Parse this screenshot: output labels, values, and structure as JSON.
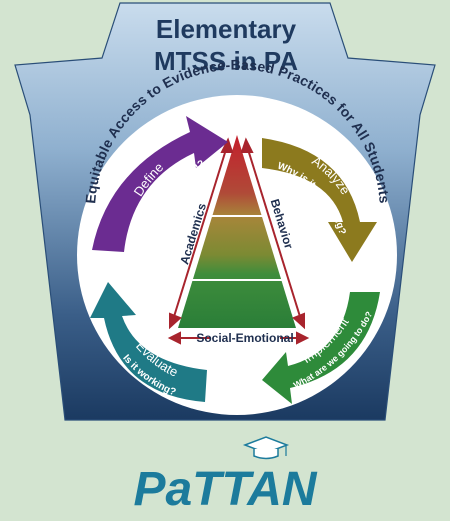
{
  "title": {
    "line1": "Elementary",
    "line2": "MTSS in PA"
  },
  "ring_text": "Equitable Access to Evidence-Based Practices for All Students",
  "pyramid": {
    "left_label": "Academics",
    "right_label": "Behavior",
    "bottom_label": "Social-Emotional"
  },
  "arrows": {
    "define": {
      "label": "Define",
      "question": "What is the problem?"
    },
    "analyze": {
      "label": "Analyze",
      "question": "Why is it occurring?"
    },
    "implement": {
      "label": "Implement",
      "question": "What are we going to do?"
    },
    "evaluate": {
      "label": "Evaluate",
      "question": "Is it working?"
    }
  },
  "logo": {
    "text_part1": "Pa",
    "text_part2": "TTAN"
  },
  "colors": {
    "background": "#d3e4d0",
    "keystone_top": "#b9cfe3",
    "keystone_bottom": "#1e3e64",
    "define": "#6b2c91",
    "analyze": "#8c7a1e",
    "implement": "#2e8b3a",
    "evaluate": "#1f7a86",
    "pyramid_top": "#c0262e",
    "pyramid_mid": "#b6903b",
    "pyramid_bottom": "#2b8a3e",
    "logo": "#1c7b9c"
  }
}
